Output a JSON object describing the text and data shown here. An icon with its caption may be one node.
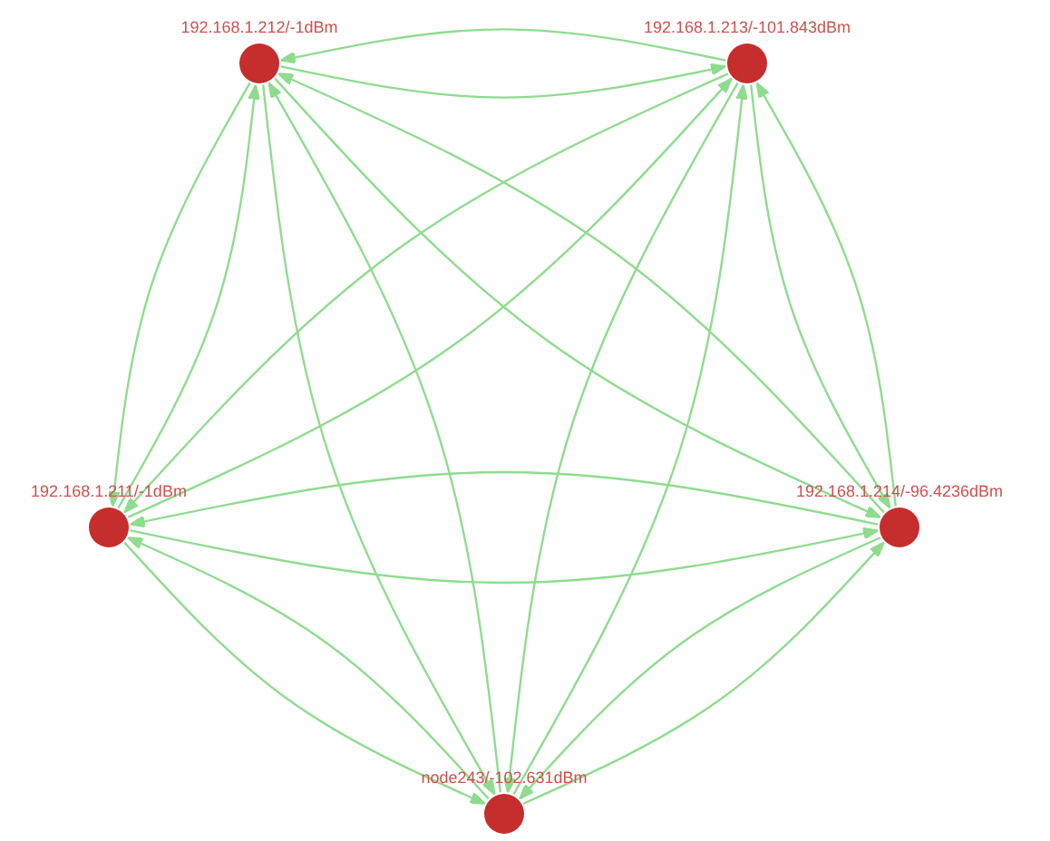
{
  "diagram": {
    "nodes": [
      {
        "text": [
          "192.168.1.212/-1dBm"
        ]
      },
      {
        "text": [
          "192.168.1.213/-101.843dBm"
        ]
      },
      {
        "text": [
          "192.168.1.211/-1dBm"
        ]
      },
      {
        "text": [
          "192.168.1.214/-96.4236dBm"
        ]
      },
      {
        "text": [
          "node243/-102.631dBm"
        ]
      }
    ],
    "edges": [
      {
        "from": 0,
        "to": 1,
        "arrow": "to"
      },
      {
        "from": 1,
        "to": 0,
        "arrow": "to"
      },
      {
        "from": 0,
        "to": 2,
        "arrow": "to"
      },
      {
        "from": 2,
        "to": 0,
        "arrow": "to"
      },
      {
        "from": 0,
        "to": 3,
        "arrow": "to"
      },
      {
        "from": 3,
        "to": 0,
        "arrow": "to"
      },
      {
        "from": 0,
        "to": 4,
        "arrow": "to"
      },
      {
        "from": 4,
        "to": 0,
        "arrow": "to"
      },
      {
        "from": 1,
        "to": 2,
        "arrow": "to"
      },
      {
        "from": 2,
        "to": 1,
        "arrow": "to"
      },
      {
        "from": 1,
        "to": 3,
        "arrow": "to"
      },
      {
        "from": 3,
        "to": 1,
        "arrow": "to"
      },
      {
        "from": 1,
        "to": 4,
        "arrow": "to"
      },
      {
        "from": 4,
        "to": 1,
        "arrow": "to"
      },
      {
        "from": 2,
        "to": 3,
        "arrow": "to"
      },
      {
        "from": 3,
        "to": 2,
        "arrow": "to"
      },
      {
        "from": 2,
        "to": 4,
        "arrow": "to"
      },
      {
        "from": 4,
        "to": 2,
        "arrow": "to"
      },
      {
        "from": 3,
        "to": 4,
        "arrow": "to"
      },
      {
        "from": 4,
        "to": 3,
        "arrow": "to"
      }
    ]
  }
}
